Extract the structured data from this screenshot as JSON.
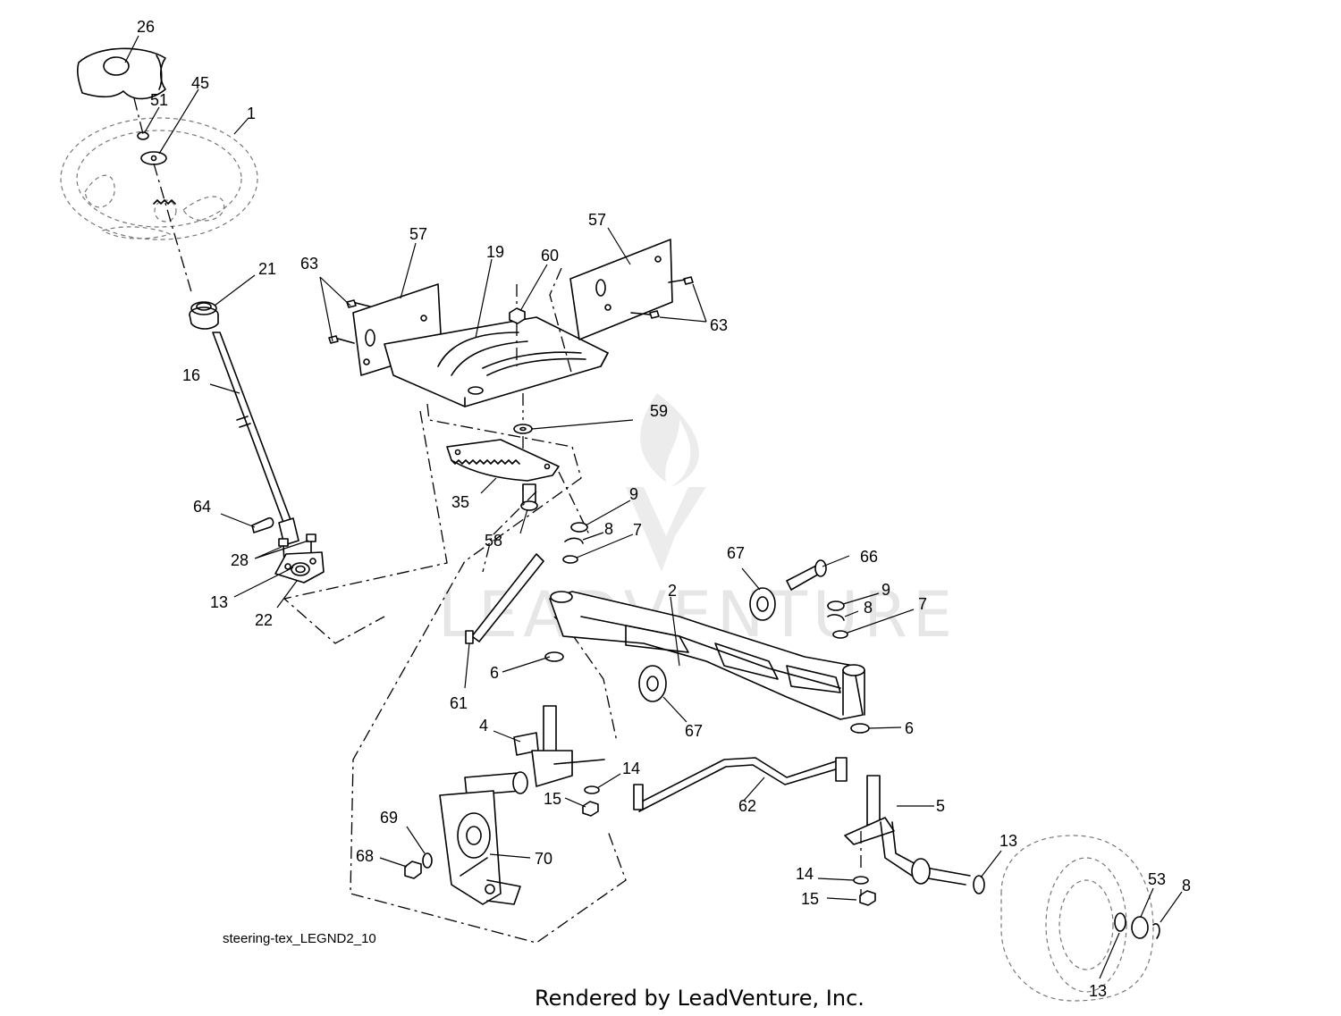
{
  "callouts": [
    {
      "id": "c26",
      "text": "26"
    },
    {
      "id": "c51",
      "text": "51"
    },
    {
      "id": "c45",
      "text": "45"
    },
    {
      "id": "c1",
      "text": "1"
    },
    {
      "id": "c21",
      "text": "21"
    },
    {
      "id": "c16",
      "text": "16"
    },
    {
      "id": "c64",
      "text": "64"
    },
    {
      "id": "c28",
      "text": "28"
    },
    {
      "id": "c13a",
      "text": "13"
    },
    {
      "id": "c22",
      "text": "22"
    },
    {
      "id": "c57a",
      "text": "57"
    },
    {
      "id": "c57b",
      "text": "57"
    },
    {
      "id": "c63a",
      "text": "63"
    },
    {
      "id": "c63b",
      "text": "63"
    },
    {
      "id": "c19",
      "text": "19"
    },
    {
      "id": "c60",
      "text": "60"
    },
    {
      "id": "c59",
      "text": "59"
    },
    {
      "id": "c35",
      "text": "35"
    },
    {
      "id": "c58",
      "text": "58"
    },
    {
      "id": "c9a",
      "text": "9"
    },
    {
      "id": "c8a",
      "text": "8"
    },
    {
      "id": "c7a",
      "text": "7"
    },
    {
      "id": "c67a",
      "text": "67"
    },
    {
      "id": "c66",
      "text": "66"
    },
    {
      "id": "c2",
      "text": "2"
    },
    {
      "id": "c9b",
      "text": "9"
    },
    {
      "id": "c8b",
      "text": "8"
    },
    {
      "id": "c7b",
      "text": "7"
    },
    {
      "id": "c6a",
      "text": "6"
    },
    {
      "id": "c61",
      "text": "61"
    },
    {
      "id": "c67b",
      "text": "67"
    },
    {
      "id": "c6b",
      "text": "6"
    },
    {
      "id": "c4",
      "text": "4"
    },
    {
      "id": "c14a",
      "text": "14"
    },
    {
      "id": "c15a",
      "text": "15"
    },
    {
      "id": "c62",
      "text": "62"
    },
    {
      "id": "c5",
      "text": "5"
    },
    {
      "id": "c69",
      "text": "69"
    },
    {
      "id": "c68",
      "text": "68"
    },
    {
      "id": "c70",
      "text": "70"
    },
    {
      "id": "c13b",
      "text": "13"
    },
    {
      "id": "c14b",
      "text": "14"
    },
    {
      "id": "c15b",
      "text": "15"
    },
    {
      "id": "c53",
      "text": "53"
    },
    {
      "id": "c8c",
      "text": "8"
    },
    {
      "id": "c13c",
      "text": "13"
    }
  ],
  "diagram_code": "steering-tex_LEGND2_10",
  "footer_text": "Rendered by LeadVenture, Inc.",
  "watermark_text": "LEADVENTURE",
  "colors": {
    "line": "#000000",
    "ghost": "#777777",
    "watermark": "#e6e6e6",
    "background": "#ffffff"
  }
}
